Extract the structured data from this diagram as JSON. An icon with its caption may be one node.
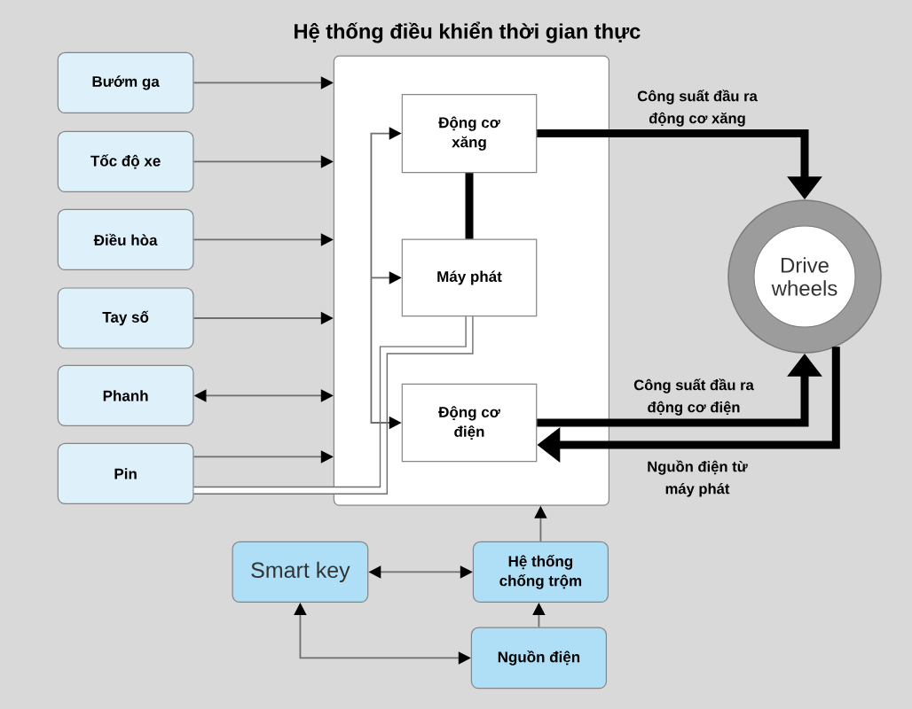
{
  "diagram": {
    "nodes": [
      {
        "text": [
          "Hệ thống điều khiển thời gian thực"
        ]
      },
      {
        "text": [
          "Bướm ga"
        ]
      },
      {
        "text": [
          "Tốc độ xe"
        ]
      },
      {
        "text": [
          "Điều hòa"
        ]
      },
      {
        "text": [
          "Tay số"
        ]
      },
      {
        "text": [
          "Phanh"
        ]
      },
      {
        "text": [
          "Pin"
        ]
      },
      {
        "text": [
          "Động cơ xăng"
        ],
        "in": 0
      },
      {
        "text": [
          "Máy phát"
        ],
        "in": 0
      },
      {
        "text": [
          "Động cơ điện"
        ],
        "in": 0
      },
      {
        "text": [
          "Drive wheels"
        ]
      },
      {
        "text": [
          "Smart key"
        ]
      },
      {
        "text": [
          "Hệ thống chống trộm"
        ]
      },
      {
        "text": [
          "Nguồn điện"
        ]
      }
    ],
    "edges": [
      {
        "from": 1,
        "to": 0,
        "arrow": "to"
      },
      {
        "from": 2,
        "to": 0,
        "arrow": "to"
      },
      {
        "from": 3,
        "to": 0,
        "arrow": "to"
      },
      {
        "from": 4,
        "to": 0,
        "arrow": "to"
      },
      {
        "from": 5,
        "to": 0,
        "arrow": "both"
      },
      {
        "from": 6,
        "to": 0,
        "arrow": "to"
      },
      {
        "from": 6,
        "to": 8,
        "arrow": "none",
        "style": "thick"
      },
      {
        "from": null,
        "to": 7,
        "arrow": "to"
      },
      {
        "from": null,
        "to": 8,
        "arrow": "to"
      },
      {
        "from": null,
        "to": 9,
        "arrow": "to"
      },
      {
        "from": 7,
        "to": 8,
        "arrow": "none",
        "style": "thick",
        "color": "#000000"
      },
      {
        "from": 7,
        "to": 10,
        "arrow": "to",
        "style": "thick",
        "color": "#000000",
        "label": "Công suất đầu ra động cơ xăng"
      },
      {
        "from": 9,
        "to": 10,
        "arrow": "to",
        "style": "thick",
        "color": "#000000",
        "label": "Công suất đầu ra động cơ điện"
      },
      {
        "from": 10,
        "to": 9,
        "arrow": "to",
        "style": "thick",
        "color": "#000000",
        "label": "Nguồn điện từ máy phát"
      },
      {
        "from": 11,
        "to": 12,
        "arrow": "both"
      },
      {
        "from": 13,
        "to": 12,
        "arrow": "to"
      },
      {
        "from": 12,
        "to": 0,
        "arrow": "to"
      },
      {
        "from": 11,
        "to": 13,
        "arrow": "both"
      }
    ]
  }
}
